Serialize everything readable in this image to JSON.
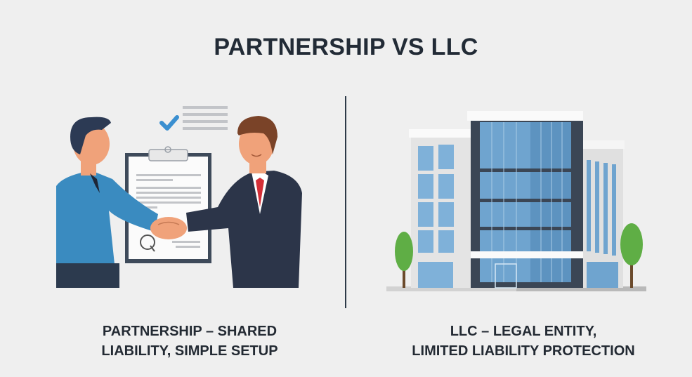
{
  "title": "PARTNERSHIP VS LLC",
  "left_panel": {
    "illustration": "two businessmen shaking hands in front of a clipboard contract with checkmark",
    "caption_line1": "PARTNERSHIP – SHARED",
    "caption_line2": "LIABILITY, SIMPLE SETUP"
  },
  "right_panel": {
    "illustration": "modern glass office building with trees",
    "caption_line1": "LLC – LEGAL ENTITY,",
    "caption_line2": "LIMITED LIABILITY PROTECTION"
  },
  "colors": {
    "background": "#efefef",
    "title_text": "#222b36",
    "divider": "#2d3a48",
    "blue_suit": "#3a8bc0",
    "dark_suit": "#2c3549",
    "tie_red": "#d42f37",
    "skin": "#f0a27a",
    "glass": "#6fa4cf",
    "tree": "#5fae45",
    "check": "#3a8fd0"
  }
}
